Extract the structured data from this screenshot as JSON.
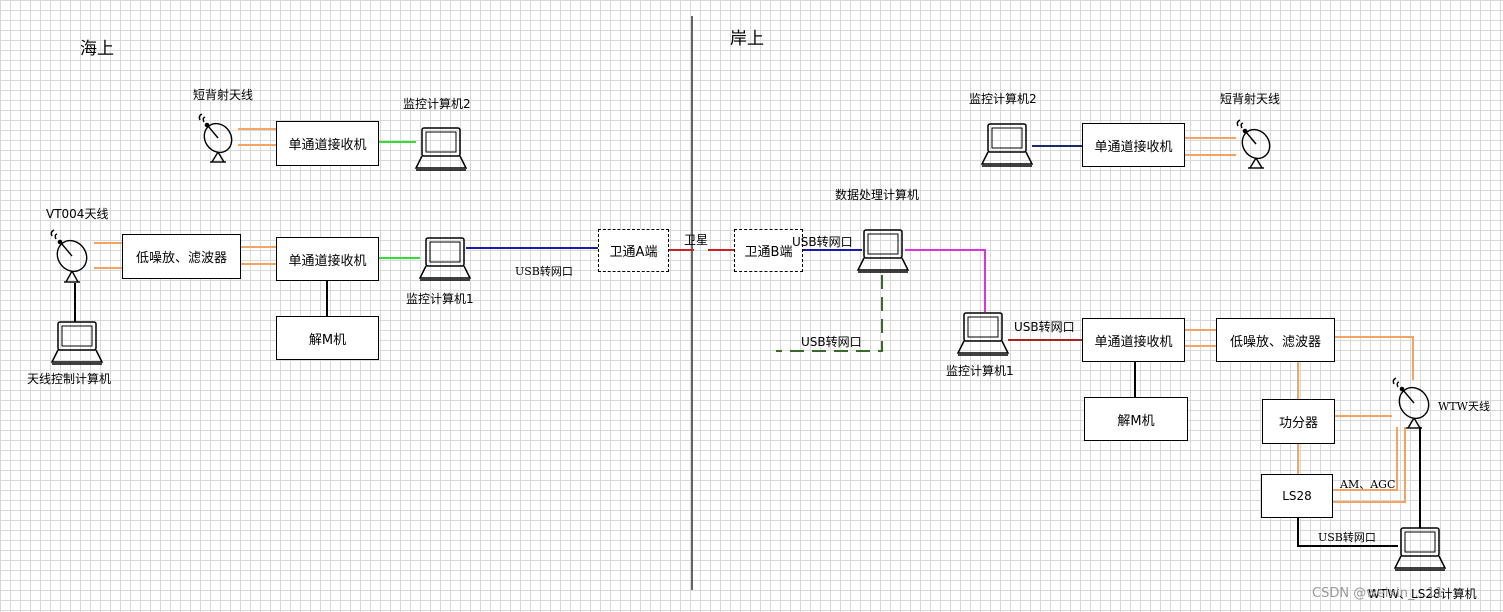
{
  "regions": {
    "sea": "海上",
    "shore": "岸上"
  },
  "sea": {
    "antenna_short_label": "短背射天线",
    "receiver_top": "单通道接收机",
    "monitor2_label": "监控计算机2",
    "antenna_vt_label": "VT004天线",
    "lna": "低噪放、滤波器",
    "receiver_mid": "单通道接收机",
    "monitor1_label": "监控计算机1",
    "demod": "解M机",
    "antenna_ctrl_label": "天线控制计算机",
    "usb_label": "USB转网口",
    "sat_a": "卫通A端"
  },
  "satellite_label": "卫星",
  "shore": {
    "sat_b": "卫通B端",
    "usb_label_top": "USB转网口",
    "data_pc_label": "数据处理计算机",
    "usb_label_dashed": "USB转网口",
    "monitor2_label": "监控计算机2",
    "receiver_top": "单通道接收机",
    "antenna_short_label": "短背射天线",
    "monitor1_label": "监控计算机1",
    "usb_label_mid": "USB转网口",
    "receiver_mid": "单通道接收机",
    "lna": "低噪放、滤波器",
    "demod": "解M机",
    "splitter": "功分器",
    "wtw_label": "WTW天线",
    "ls28": "LS28",
    "am_agc": "AM、AGC",
    "usb_label_bottom": "USB转网口",
    "wtw_pc_label": "WTW、LS28计算机"
  },
  "watermark": "CSDN @weixin_...11",
  "colors": {
    "orange": "#f4a460",
    "green": "#33dd33",
    "blue": "#1a1aaa",
    "red": "#cc2222",
    "magenta": "#dd33dd",
    "navy": "#1a2a66",
    "dark_red": "#aa2222",
    "dark_green": "#3a6a2a",
    "black": "#000000"
  },
  "icons": {
    "dish": "satellite-dish-icon",
    "laptop": "laptop-icon"
  }
}
